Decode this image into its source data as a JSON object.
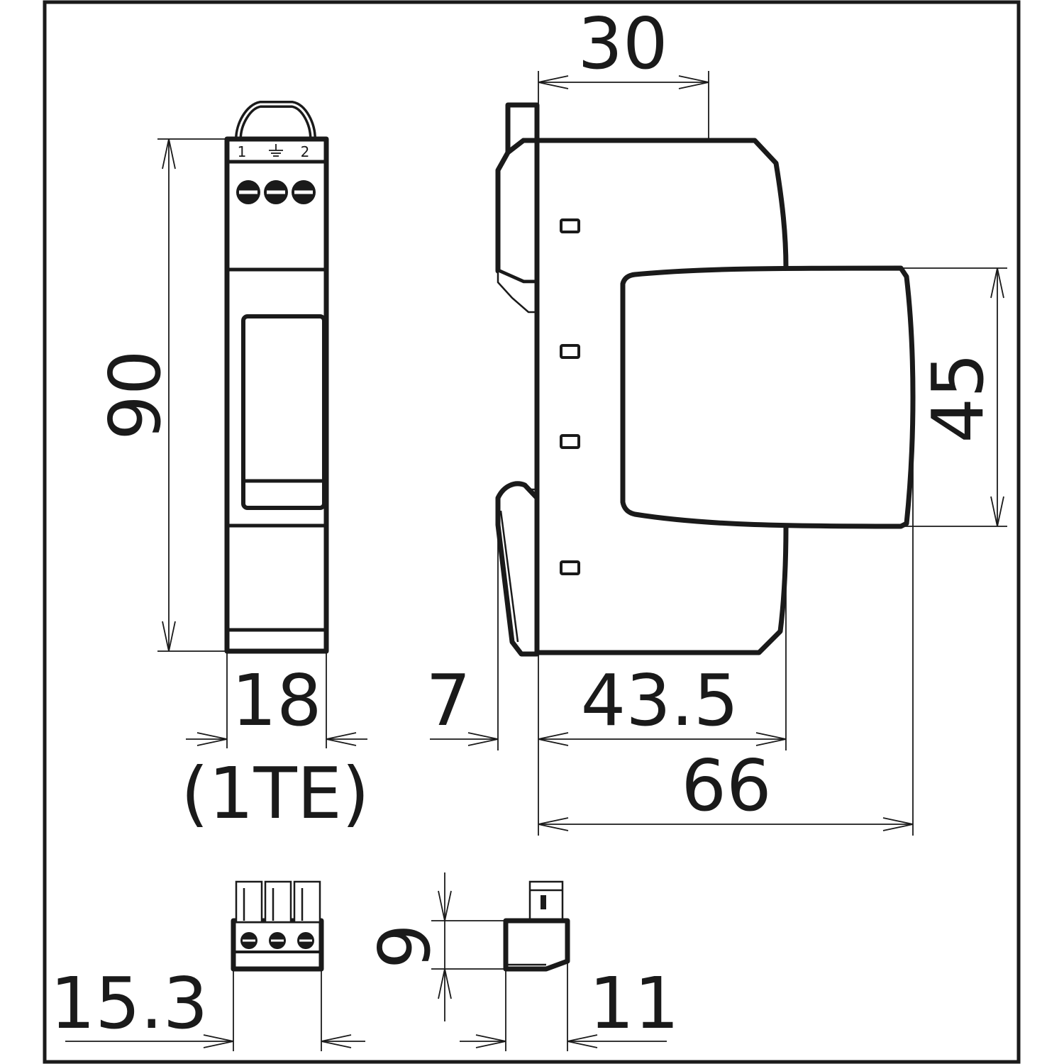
{
  "front_view": {
    "terminal_label_left": "1",
    "terminal_label_right": "2",
    "ground_symbol_icon": "ground-icon",
    "height_dimension": "90",
    "width_dimension": "18",
    "module_width_note": "(1TE)"
  },
  "side_view": {
    "top_offset_dimension": "30",
    "cover_height_dimension": "45",
    "rail_offset_dimension": "7",
    "body_depth_dimension": "43.5",
    "total_depth_dimension": "66"
  },
  "plug_front_view": {
    "width_dimension": "15.3"
  },
  "plug_side_view": {
    "height_dimension": "9",
    "depth_dimension": "11"
  },
  "colors": {
    "line": "#1a1a1a",
    "background": "#ffffff"
  }
}
